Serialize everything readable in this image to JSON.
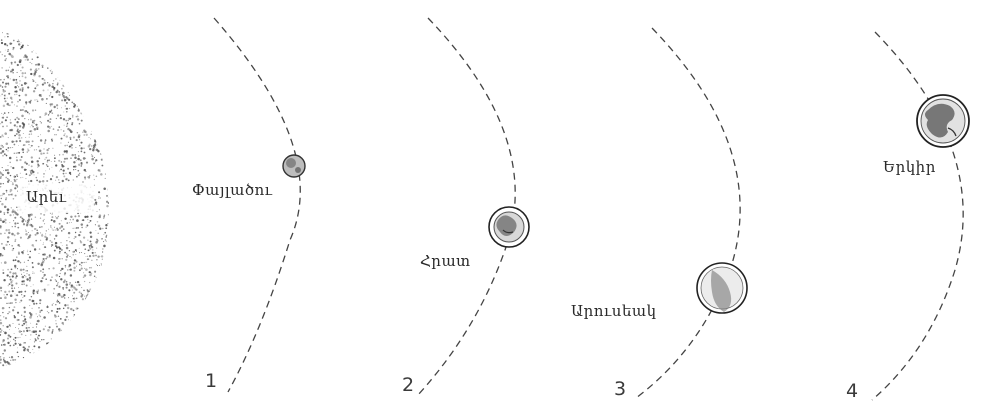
{
  "colors": {
    "ink": "#2a2a2a",
    "sun_speckle": "#4a4a4a",
    "background": "#ffffff"
  },
  "labels": {
    "sun": "Արեւ",
    "mercury": "Փայլածու",
    "venus": "Հրատ",
    "mars": "Արուսեակ",
    "earth": "Երկիր"
  },
  "orbit_numbers": [
    "1",
    "2",
    "3",
    "4"
  ]
}
